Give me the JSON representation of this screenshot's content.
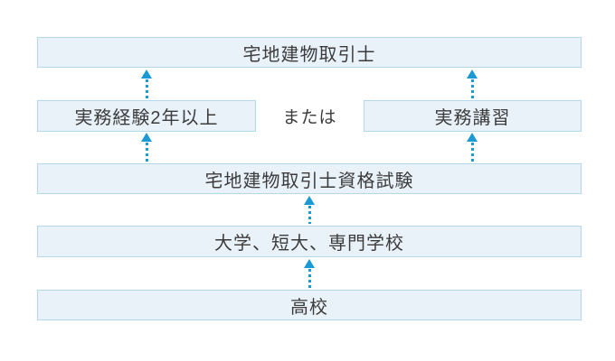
{
  "diagram": {
    "type": "flowchart",
    "connector_label": "または",
    "boxes": [
      {
        "id": "takkenshi",
        "label": "宅地建物取引士"
      },
      {
        "id": "experience",
        "label": "実務経験2年以上"
      },
      {
        "id": "training",
        "label": "実務講習"
      },
      {
        "id": "exam",
        "label": "宅地建物取引士資格試験"
      },
      {
        "id": "college",
        "label": "大学、短大、専門学校"
      },
      {
        "id": "highschool",
        "label": "高校"
      }
    ],
    "edges": [
      {
        "from": "highschool",
        "to": "college",
        "style": "dotted-up-arrow"
      },
      {
        "from": "college",
        "to": "exam",
        "style": "dotted-up-arrow"
      },
      {
        "from": "exam",
        "to": "experience",
        "style": "dotted-up-arrow"
      },
      {
        "from": "exam",
        "to": "training",
        "style": "dotted-up-arrow"
      },
      {
        "from": "experience",
        "to": "takkenshi",
        "style": "dotted-up-arrow"
      },
      {
        "from": "training",
        "to": "takkenshi",
        "style": "dotted-up-arrow"
      }
    ],
    "or_between": [
      "experience",
      "training"
    ],
    "colors": {
      "box_fill": "#e9f1f9",
      "box_border": "#b3d7ec",
      "arrow": "#1a99d5",
      "text": "#3c3c3c",
      "page_bg": "#ffffff"
    }
  }
}
